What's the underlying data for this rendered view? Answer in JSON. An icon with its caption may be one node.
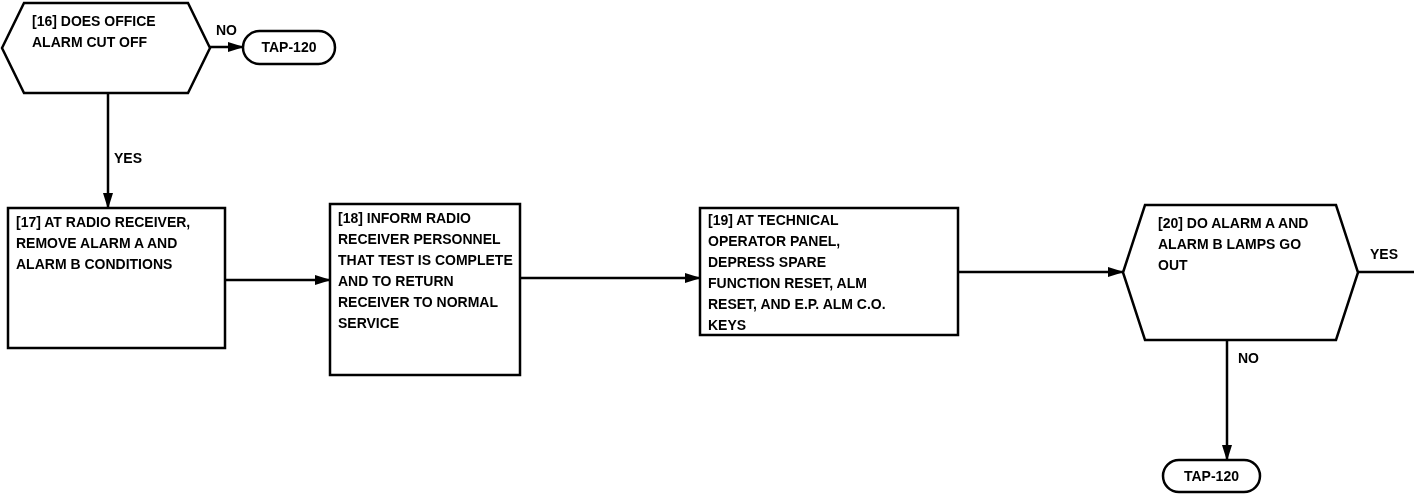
{
  "diagram": {
    "nodes": [
      {
        "text": [
          "[16] DOES OFFICE ALARM CUT OFF"
        ]
      },
      {
        "text": [
          "TAP-120"
        ]
      },
      {
        "text": [
          "[17] AT RADIO RECEIVER, REMOVE ALARM A AND ALARM B CONDITIONS"
        ]
      },
      {
        "text": [
          "[18] INFORM RADIO RECEIVER PERSONNEL THAT TEST IS COMPLETE AND TO RETURN RECEIVER TO NORMAL SERVICE"
        ]
      },
      {
        "text": [
          "[19] AT TECHNICAL OPERATOR PANEL, DEPRESS SPARE FUNCTION RESET, ALM RESET, AND E.P. ALM C.O. KEYS"
        ]
      },
      {
        "text": [
          "[20] DO ALARM A AND ALARM B LAMPS GO OUT"
        ]
      },
      {
        "text": [
          "TAP-120"
        ]
      }
    ],
    "edges": [
      {
        "from": 0,
        "to": 1,
        "arrow": "to",
        "label": "NO"
      },
      {
        "from": 0,
        "to": 2,
        "arrow": "to",
        "label": "YES"
      },
      {
        "from": 2,
        "to": 3,
        "arrow": "to"
      },
      {
        "from": 3,
        "to": 4,
        "arrow": "to"
      },
      {
        "from": 4,
        "to": 5,
        "arrow": "to"
      },
      {
        "from": 5,
        "to": null,
        "arrow": "none",
        "label": "YES"
      },
      {
        "from": 5,
        "to": 6,
        "arrow": "to",
        "label": "NO"
      }
    ]
  }
}
